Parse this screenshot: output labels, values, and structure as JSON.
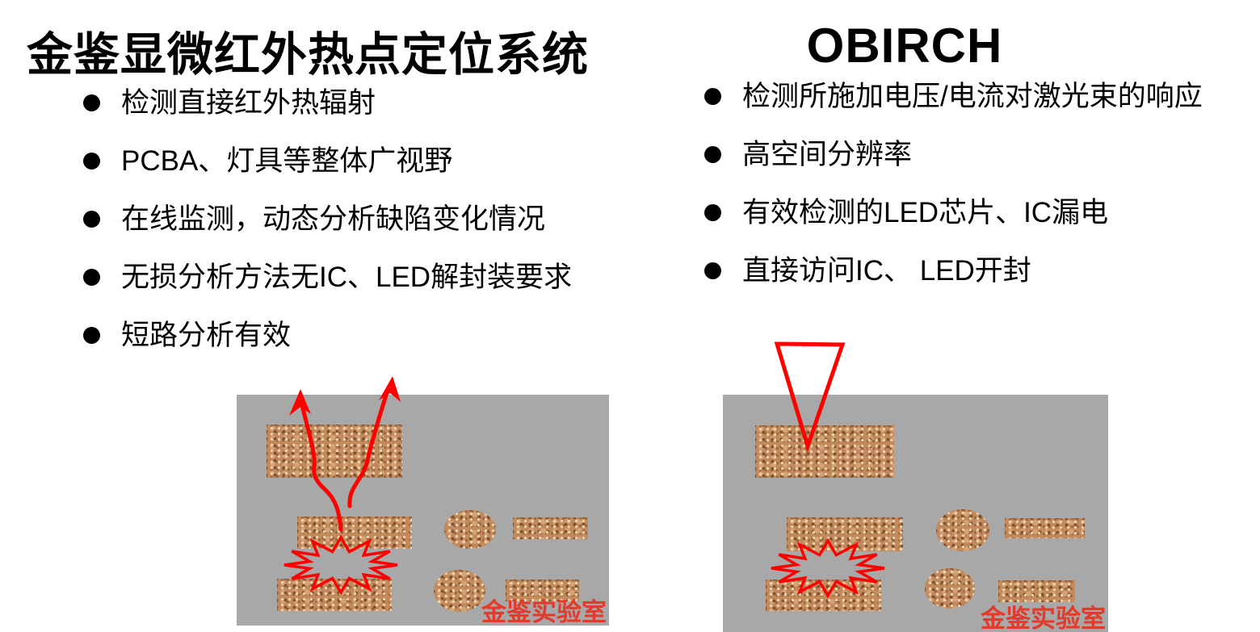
{
  "left_section": {
    "title": "金鉴显微红外热点定位系统",
    "bullets": [
      "检测直接红外热辐射",
      "PCBA、灯具等整体广视野",
      "在线监测，动态分析缺陷变化情况",
      "无损分析方法无IC、LED解封装要求",
      "短路分析有效"
    ],
    "diagram_watermark": "金鉴实验室"
  },
  "right_section": {
    "title": "OBIRCH",
    "bullets": [
      "检测所施加电压/电流对激光束的响应",
      "高空间分辨率",
      "有效检测的LED芯片、IC漏电",
      "直接访问IC、 LED开封"
    ],
    "diagram_watermark": "金鉴实验室"
  },
  "colors": {
    "text_black": "#000000",
    "panel_gray": "#a8a8a8",
    "copper_base": "#c1895c",
    "annotation_red": "#ff0000",
    "watermark_red": "#e23a2b",
    "background": "#ffffff"
  }
}
